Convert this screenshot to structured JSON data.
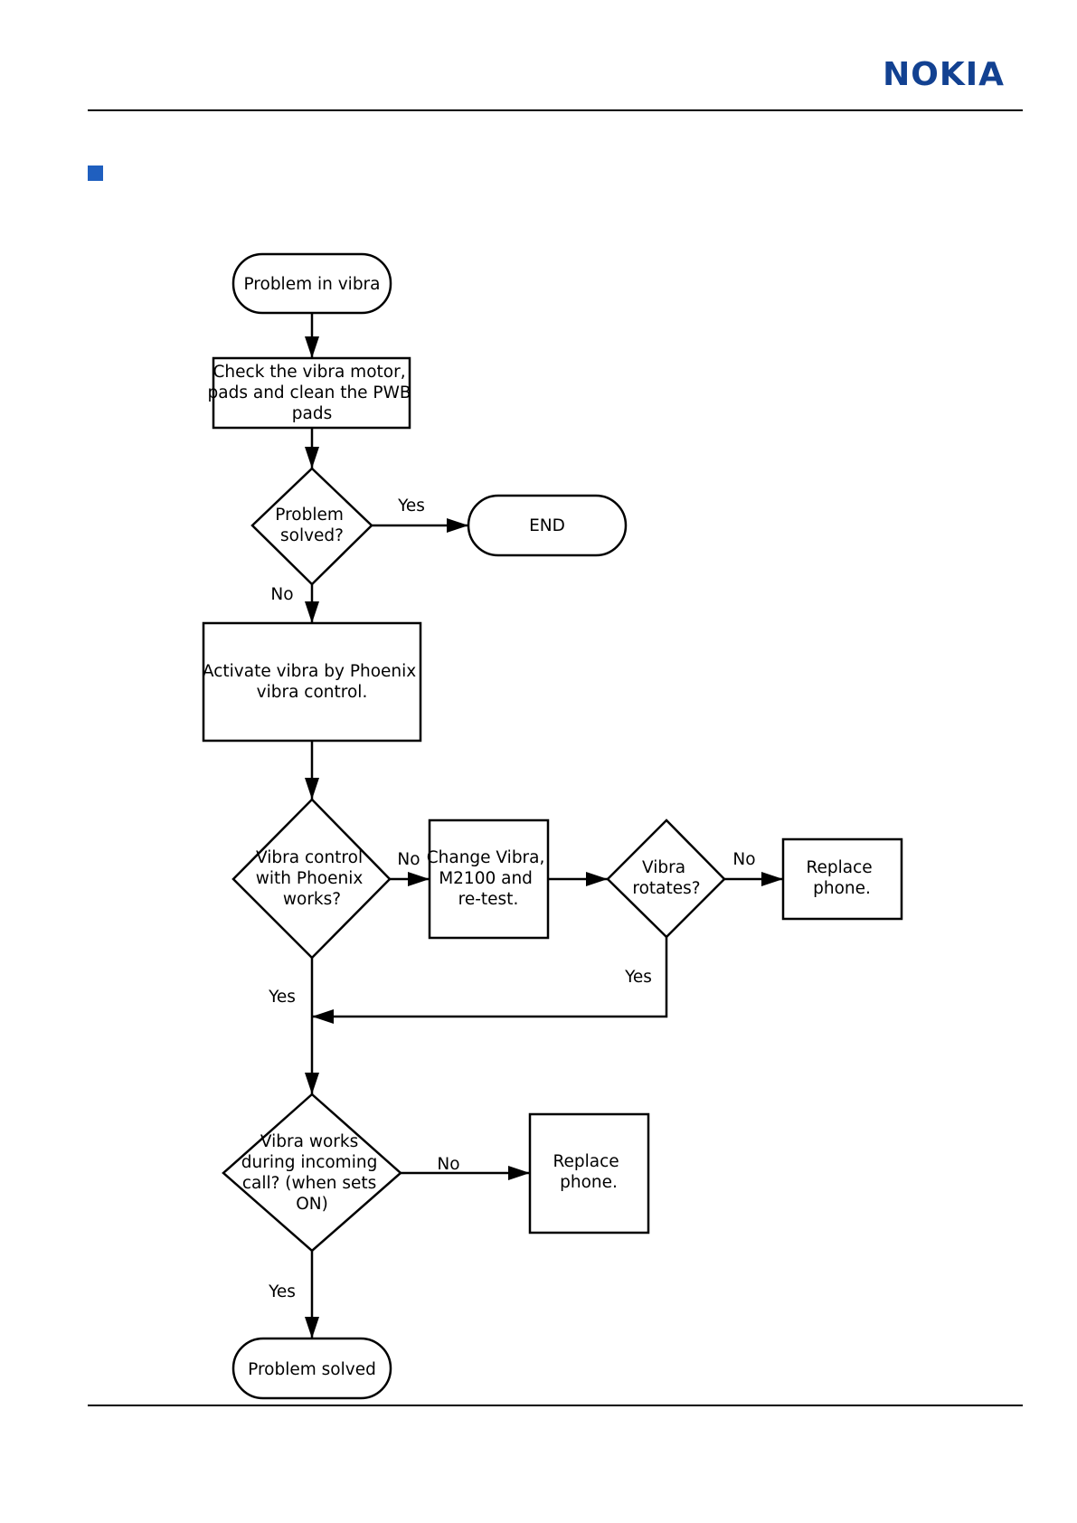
{
  "brand": {
    "logo_text": "NOKIA",
    "color": "#124191"
  },
  "flowchart": {
    "start": "Problem in vibra",
    "check": [
      "Check the vibra motor,",
      "pads and clean the PWB",
      "pads"
    ],
    "solved_q": [
      "Problem",
      "solved?"
    ],
    "end": "END",
    "activate": [
      "Activate vibra by Phoenix",
      "vibra control."
    ],
    "control_q": [
      "Vibra control",
      "with Phoenix",
      "works?"
    ],
    "change": [
      "Change Vibra,",
      "M2100 and",
      "re-test."
    ],
    "rotates_q": [
      "Vibra",
      "rotates?"
    ],
    "replace_1": [
      "Replace",
      "phone."
    ],
    "incoming_q": [
      "Vibra works",
      "during incoming",
      "call? (when sets",
      "ON)"
    ],
    "replace_2": [
      "Replace",
      "phone."
    ],
    "finish": "Problem solved",
    "labels": {
      "yes_end": "Yes",
      "no_solved": "No",
      "no_control": "No",
      "no_rotates": "No",
      "yes_rotates": "Yes",
      "yes_control": "Yes",
      "no_incoming": "No",
      "yes_incoming": "Yes"
    }
  }
}
